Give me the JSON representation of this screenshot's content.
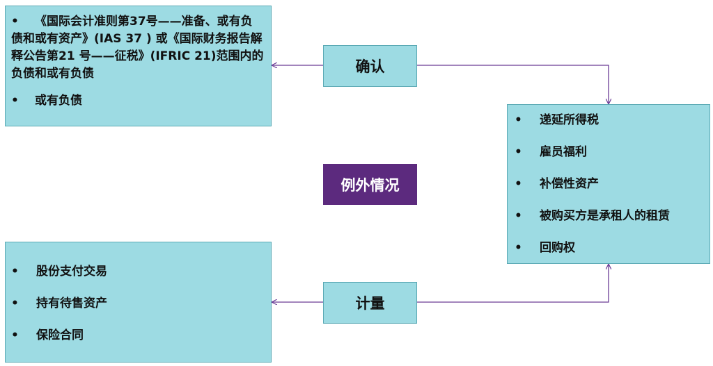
{
  "left_top_box": {
    "items": [
      "《国际会计准则第37号——准备、或有负债和或有资产》(IAS 37 ) 或《国际财务报告解释公告第21 号——征税》(IFRIC 21)范围内的负债和或有负债",
      "或有负债"
    ]
  },
  "left_bottom_box": {
    "items": [
      "股份支付交易",
      "持有待售资产",
      "保险合同"
    ]
  },
  "right_box": {
    "items": [
      "递延所得税",
      "雇员福利",
      "补偿性资产",
      "被购买方是承租人的租赁",
      "回购权"
    ]
  },
  "labels": {
    "confirm": "确认",
    "measure": "计量",
    "exception": "例外情况"
  },
  "bullet": "•",
  "colors": {
    "box_fill": "#9ddbe3",
    "box_border": "#5aa9b4",
    "center_fill": "#5c2a7e",
    "connector": "#6a3b95"
  }
}
